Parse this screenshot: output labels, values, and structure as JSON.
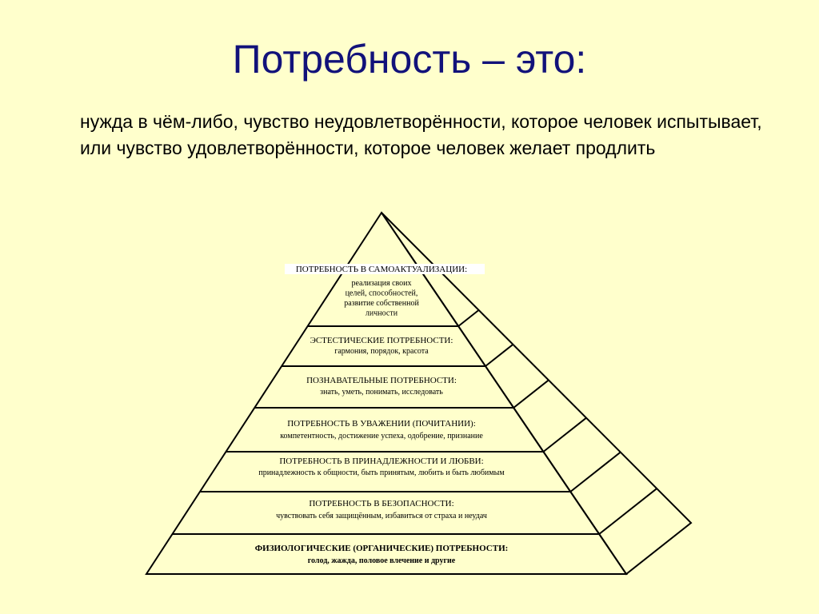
{
  "slide": {
    "title": "Потребность – это:",
    "definition": "нужда в чём-либо, чувство неудовлетворённости, которое человек испытывает, или чувство удовлетворённости, которое человек желает продлить"
  },
  "pyramid": {
    "levels": [
      {
        "name": "ПОТРЕБНОСТЬ В САМОАКТУАЛИЗАЦИИ:",
        "desc": [
          "реализация своих",
          "целей, способностей,",
          "развитие собственной",
          "личности"
        ],
        "bold": false
      },
      {
        "name": "ЭСТЕСТИЧЕСКИЕ ПОТРЕБНОСТИ:",
        "desc": [
          "гармония, порядок, красота"
        ],
        "bold": false
      },
      {
        "name": "ПОЗНАВАТЕЛЬНЫЕ ПОТРЕБНОСТИ:",
        "desc": [
          "знать, уметь, понимать, исследовать"
        ],
        "bold": false
      },
      {
        "name": "ПОТРЕБНОСТЬ В УВАЖЕНИИ (ПОЧИТАНИИ):",
        "desc": [
          "компетентность, достижение успеха, одобрение, признание"
        ],
        "bold": false
      },
      {
        "name": "ПОТРЕБНОСТЬ В ПРИНАДЛЕЖНОСТИ И ЛЮБВИ:",
        "desc": [
          "принадлежность к общности, быть принятым, любить и быть любимым"
        ],
        "bold": false
      },
      {
        "name": "ПОТРЕБНОСТЬ В БЕЗОПАСНОСТИ:",
        "desc": [
          "чувствовать себя защищённым, избавиться от страха и неудач"
        ],
        "bold": false
      },
      {
        "name": "ФИЗИОЛОГИЧЕСКИЕ (ОРГАНИЧЕСКИЕ) ПОТРЕБНОСТИ:",
        "desc": [
          "голод, жажда, половое влечение и другие"
        ],
        "bold": true
      }
    ]
  }
}
